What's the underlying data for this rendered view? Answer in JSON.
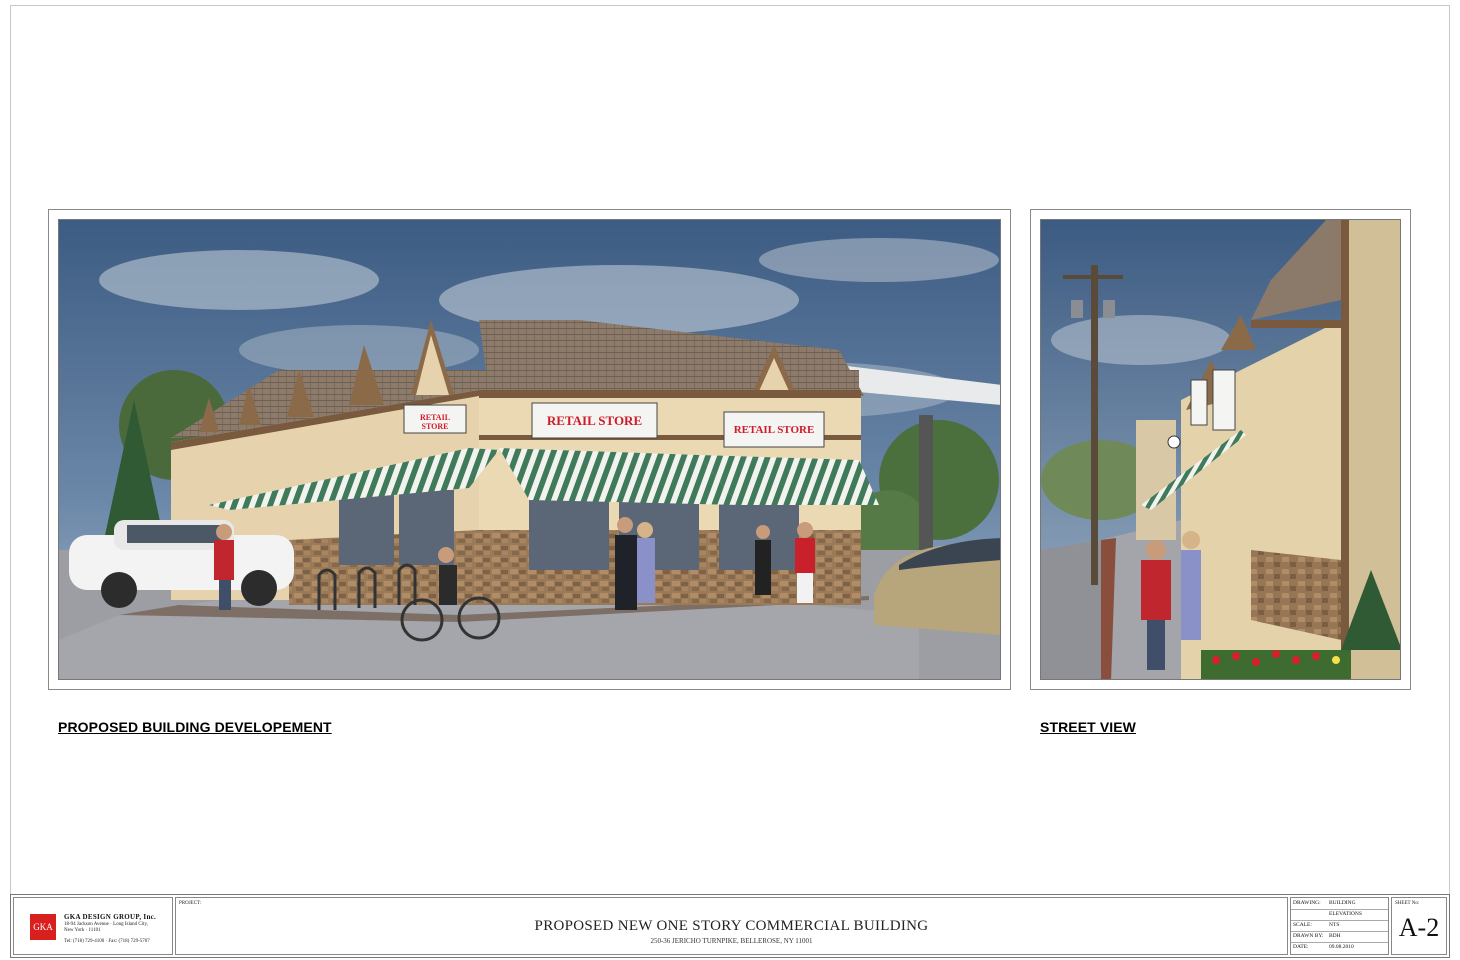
{
  "captions": {
    "left": "PROPOSED BUILDING DEVELOPEMENT",
    "right": "STREET VIEW"
  },
  "signs": {
    "sign_text": "RETAIL STORE"
  },
  "title_block": {
    "firm": {
      "logo_text": "GKA",
      "name": "GKA DESIGN GROUP, Inc.",
      "address_1": "18-94 Jackson Avenue · Long Island City,",
      "address_2": "New York · 11101",
      "phone": "Tel: (718) 729-4100 · Fax: (718) 729-5707"
    },
    "project_label": "PROJECT:",
    "project_title": "PROPOSED NEW ONE STORY COMMERCIAL BUILDING",
    "project_address": "250-36 JERICHO TURNPIKE, BELLEROSE, NY 11001",
    "drawing_label": "DRAWING:",
    "drawing_value_1": "BUILDING",
    "drawing_value_2": "ELEVATIONS",
    "scale_label": "SCALE:",
    "scale_value": "NTS",
    "drawn_by_label": "DRAWN BY:",
    "drawn_by_value": "BDH",
    "date_label": "DATE:",
    "date_value": "09.08.2010",
    "sheet_label": "SHEET No:",
    "sheet_no": "A-2"
  },
  "colors": {
    "sky": "#4f6e93",
    "awning_green": "#3f7a5b",
    "roof": "#8c7a6a",
    "stucco": "#e6d3ad",
    "stone": "#9b7a58",
    "road": "#9c9ea4",
    "sign_red": "#d11a2a"
  }
}
